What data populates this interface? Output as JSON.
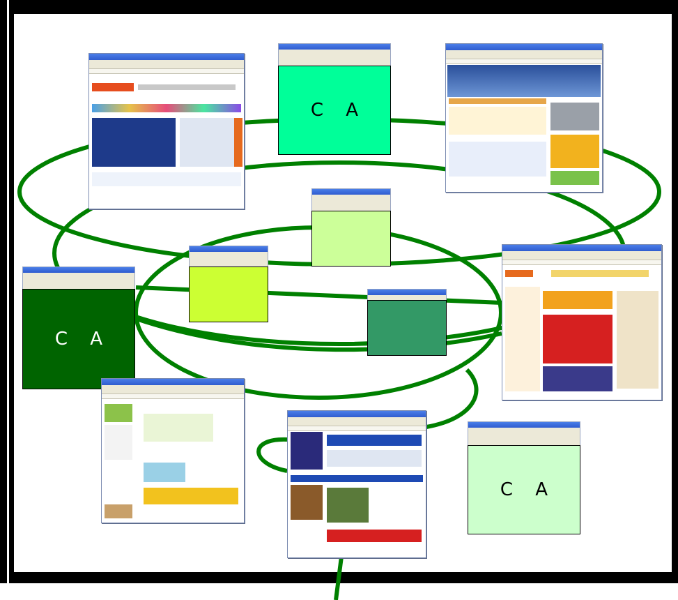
{
  "colors": {
    "frame": "#000000",
    "ring": "#008000",
    "ca_top": "#00ff99",
    "ca_left": "#006400",
    "ca_right": "#ccffcc",
    "node_light": "#ccff99",
    "node_lime": "#ccff33",
    "node_sea": "#339966"
  },
  "labels": {
    "ca_top": "C A",
    "ca_left": "C A",
    "ca_right": "C A"
  },
  "icons": {
    "browser": "browser-window-icon"
  }
}
